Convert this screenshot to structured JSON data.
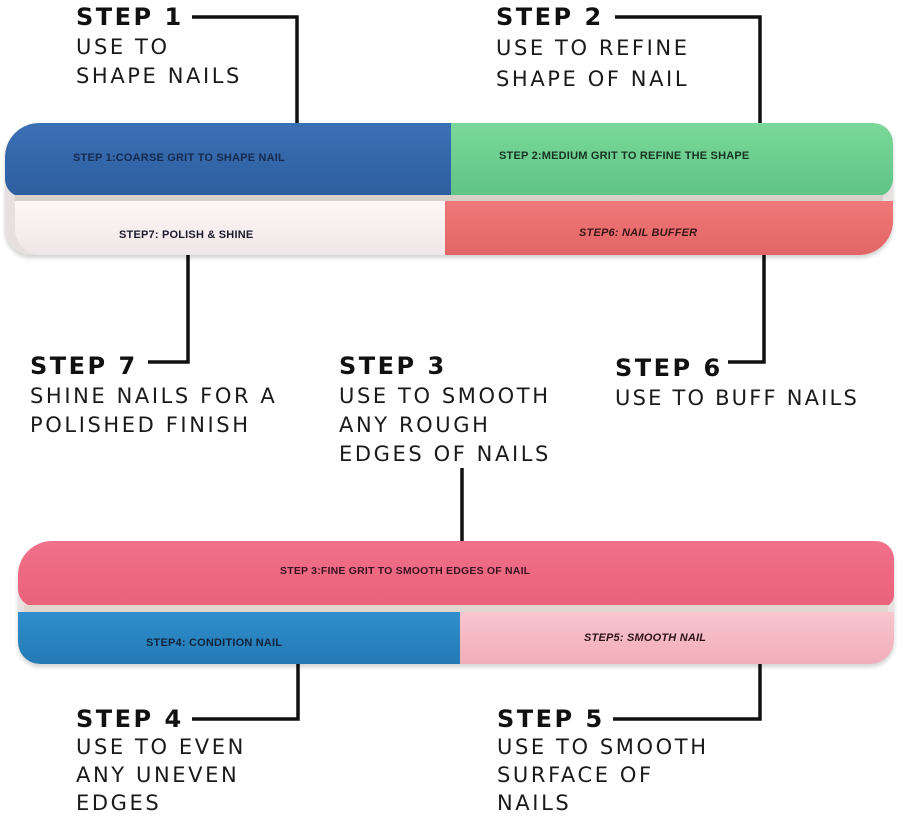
{
  "steps": {
    "step1": {
      "title": "STEP 1",
      "desc": "USE TO\nSHAPE NAILS"
    },
    "step2": {
      "title": "STEP 2",
      "desc": "USE TO REFINE\nSHAPE OF NAIL"
    },
    "step3": {
      "title": "STEP 3",
      "desc": "USE TO SMOOTH\nANY ROUGH\nEDGES OF NAILS"
    },
    "step4": {
      "title": "STEP 4",
      "desc": "USE TO EVEN\nANY UNEVEN\nEDGES"
    },
    "step5": {
      "title": "STEP 5",
      "desc": "USE TO SMOOTH\nSURFACE OF\nNAILS"
    },
    "step6": {
      "title": "STEP 6",
      "desc": "USE TO BUFF NAILS"
    },
    "step7": {
      "title": "STEP 7",
      "desc": "SHINE NAILS FOR A\nPOLISHED FINISH"
    }
  },
  "buffer_top": {
    "face1": "STEP 1:COARSE GRIT TO SHAPE NAIL",
    "face2": "STEP 2:MEDIUM GRIT TO REFINE THE SHAPE",
    "face7": "STEP7: POLISH  &  SHINE",
    "face6": "STEP6:  NAIL  BUFFER"
  },
  "buffer_bottom": {
    "face3": "STEP 3:FINE GRIT TO SMOOTH EDGES OF NAIL",
    "face4": "STEP4: CONDITION  NAIL",
    "face5": "STEP5:  SMOOTH  NAIL"
  },
  "colors": {
    "coarse_blue": "#2f63a6",
    "medium_green": "#6fcf8f",
    "polish_white": "#f7eef0",
    "buffer_salmon": "#ec6f6f",
    "fine_pink": "#ea6a7c",
    "condition_blue": "#2a86c2",
    "smooth_pink": "#f6b9c4",
    "leader_line": "#111111"
  }
}
